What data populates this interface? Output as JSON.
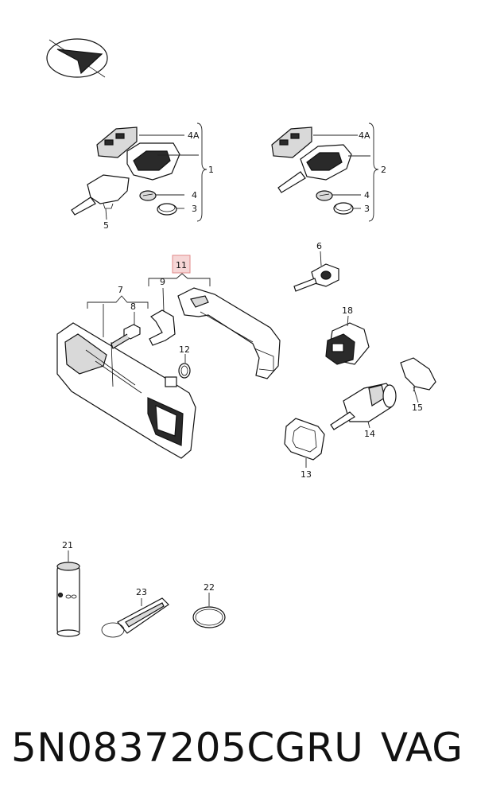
{
  "callouts": {
    "c4a_left": "4A",
    "c1": "1",
    "c4_left": "4",
    "c3_left": "3",
    "c5": "5",
    "c4a_right": "4A",
    "c2": "2",
    "c4_right": "4",
    "c3_right": "3",
    "c6": "6",
    "c11": "11",
    "c9": "9",
    "c7": "7",
    "c8": "8",
    "c12": "12",
    "c18": "18",
    "c15": "15",
    "c14": "14",
    "c13": "13",
    "c21": "21",
    "c23": "23",
    "c22": "22"
  },
  "footer": {
    "part_number": "5N0837205CGRU",
    "brand": "VAG"
  }
}
